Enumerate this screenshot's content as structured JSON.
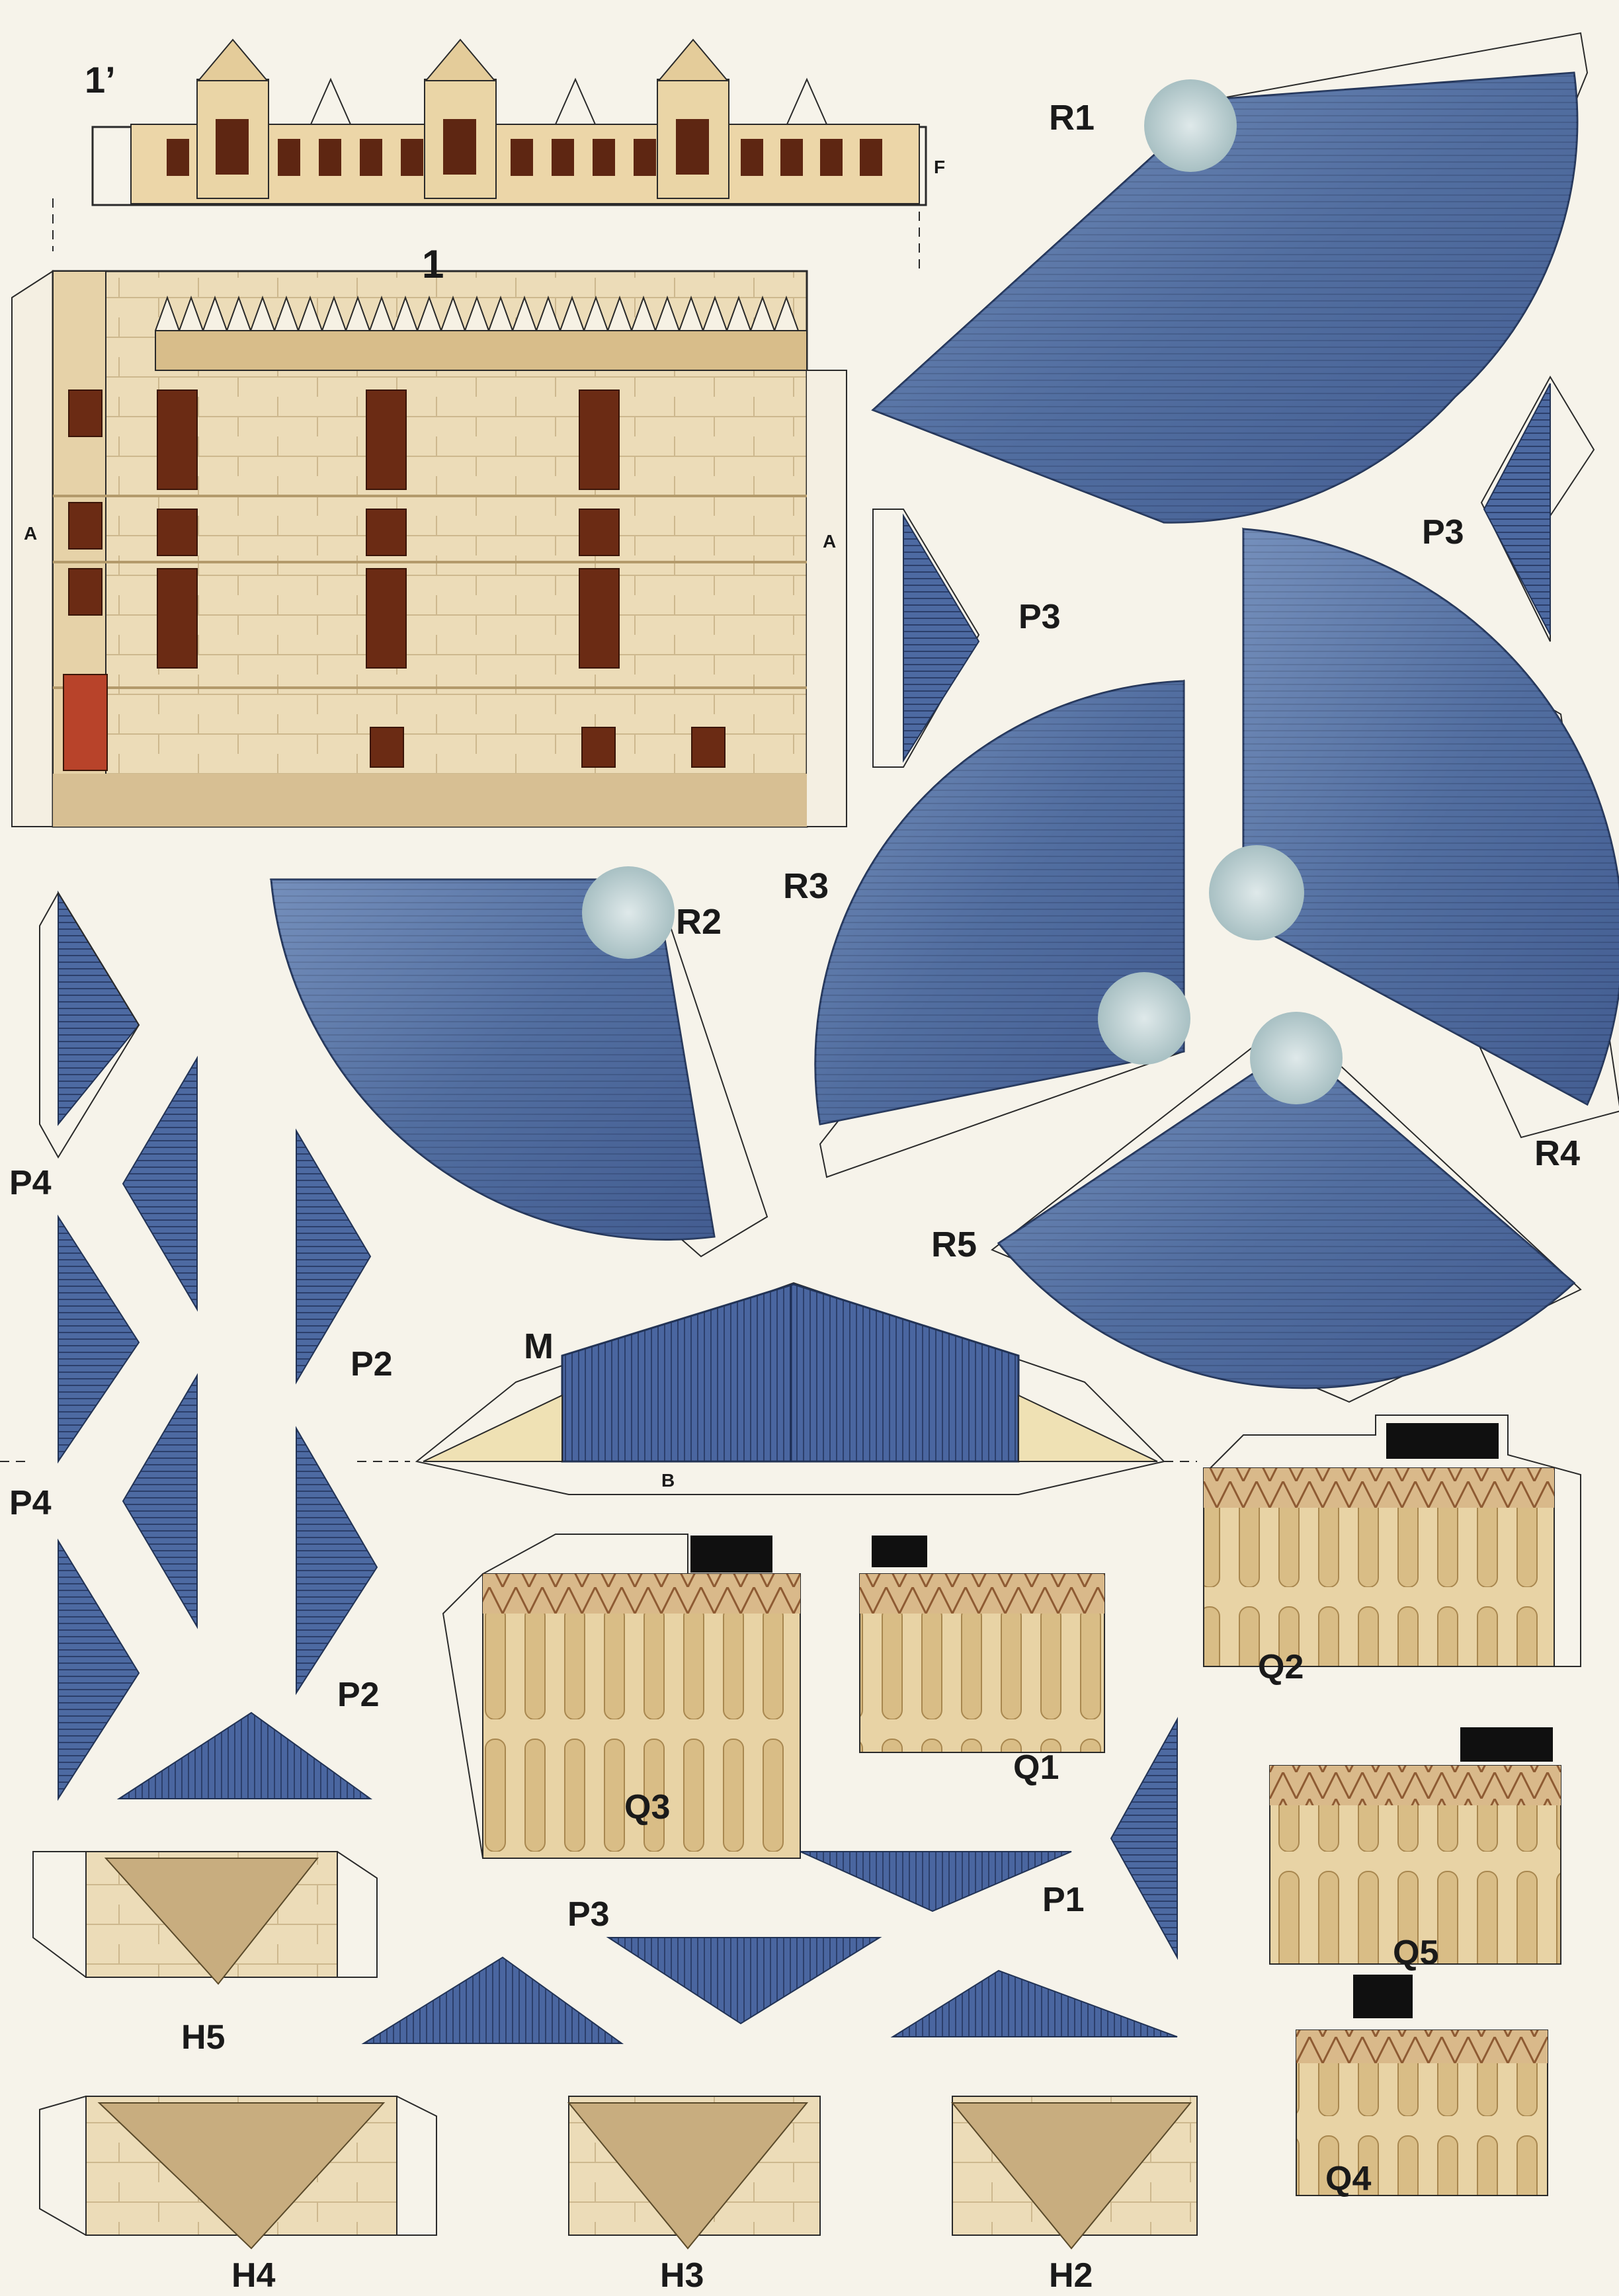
{
  "sheet": {
    "labels": {
      "part_1_prime": "1’",
      "part_1": "1",
      "mark_f": "F",
      "mark_a_left": "A",
      "mark_a_right": "A",
      "r1": "R1",
      "r2": "R2",
      "r3": "R3",
      "r4": "R4",
      "r5": "R5",
      "p3_right": "P3",
      "p3_mid": "P3",
      "p3_bottom": "P3",
      "p4_upper": "P4",
      "p4_lower": "P4",
      "p2_upper": "P2",
      "p2_lower": "P2",
      "p1": "P1",
      "m": "M",
      "mark_b": "B",
      "q1": "Q1",
      "q2": "Q2",
      "q3": "Q3",
      "q4": "Q4",
      "q5": "Q5",
      "h2": "H2",
      "h3": "H3",
      "h4": "H4",
      "h5": "H5"
    },
    "colors": {
      "paper": "#f6f3ea",
      "slate_blue": "#4d6aa2",
      "roof_light": "#a9bcd6",
      "stone": "#e9d9b4",
      "stone_shadow": "#c8ad7f",
      "window": "#6b2b14",
      "door": "#b8432a",
      "outline": "#2a2a2a",
      "black_slot": "#101010"
    }
  }
}
